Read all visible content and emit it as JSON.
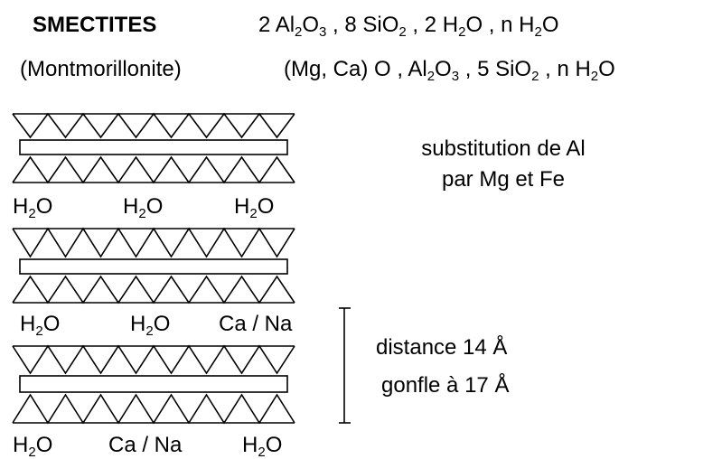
{
  "title": {
    "name": "SMECTITES",
    "formula": [
      {
        "t": "2 Al"
      },
      {
        "s": "2"
      },
      {
        "t": "O"
      },
      {
        "s": "3"
      },
      {
        "t": " , 8 SiO"
      },
      {
        "s": "2"
      },
      {
        "t": " , 2 H"
      },
      {
        "s": "2"
      },
      {
        "t": "O , n H"
      },
      {
        "s": "2"
      },
      {
        "t": "O"
      }
    ]
  },
  "subtitle": {
    "name": "(Montmorillonite)",
    "formula": [
      {
        "t": "(Mg, Ca) O , Al"
      },
      {
        "s": "2"
      },
      {
        "t": "O"
      },
      {
        "s": "3"
      },
      {
        "t": " , 5 SiO"
      },
      {
        "s": "2"
      },
      {
        "t": " , n H"
      },
      {
        "s": "2"
      },
      {
        "t": "O"
      }
    ]
  },
  "interlayers": [
    [
      [
        {
          "t": "H"
        },
        {
          "s": "2"
        },
        {
          "t": "O"
        }
      ],
      [
        {
          "t": "H"
        },
        {
          "s": "2"
        },
        {
          "t": "O"
        }
      ],
      [
        {
          "t": "H"
        },
        {
          "s": "2"
        },
        {
          "t": "O"
        }
      ]
    ],
    [
      [
        {
          "t": "H"
        },
        {
          "s": "2"
        },
        {
          "t": "O"
        }
      ],
      [
        {
          "t": "H"
        },
        {
          "s": "2"
        },
        {
          "t": "O"
        }
      ],
      [
        {
          "t": "Ca / Na"
        }
      ]
    ],
    [
      [
        {
          "t": "H"
        },
        {
          "s": "2"
        },
        {
          "t": "O"
        }
      ],
      [
        {
          "t": "Ca / Na"
        }
      ],
      [
        {
          "t": "H"
        },
        {
          "s": "2"
        },
        {
          "t": "O"
        }
      ]
    ]
  ],
  "note_substitution": [
    "substitution de Al",
    "par Mg et Fe"
  ],
  "note_distance": [
    "distance 14 Å",
    "gonfle à 17 Å"
  ],
  "colors": {
    "ink": "#000000",
    "background": "#ffffff"
  }
}
